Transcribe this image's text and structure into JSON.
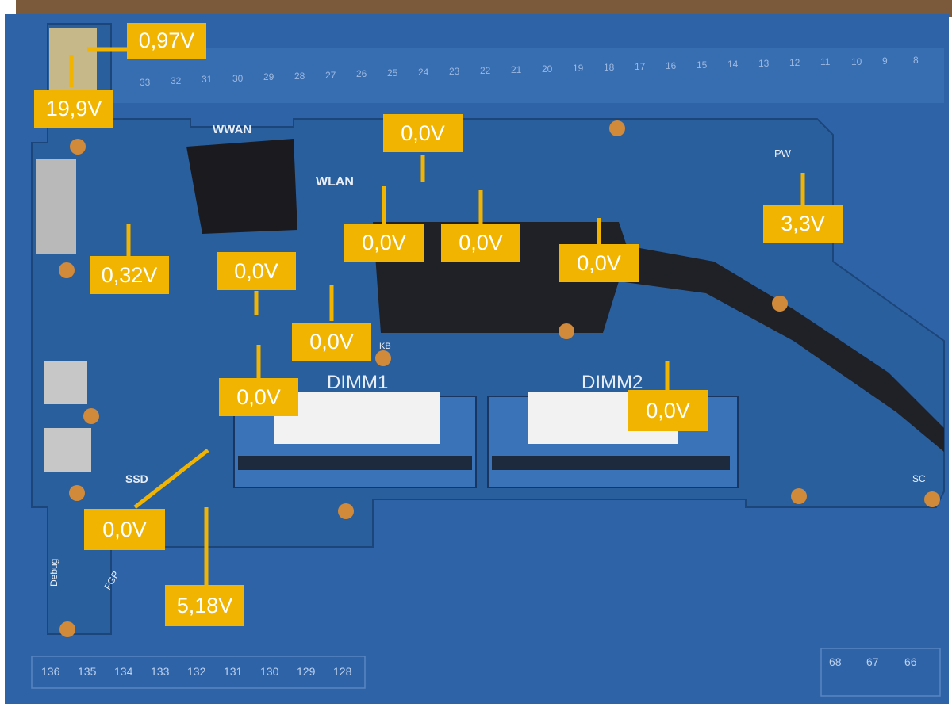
{
  "photo": {
    "board_silkscreen": {
      "wwan": "WWAN",
      "wlan": "WLAN",
      "dimm1": "DIMM1",
      "dimm2": "DIMM2",
      "ssd": "SSD",
      "kb": "KB",
      "pw": "PW",
      "debug": "Debug",
      "fgp": "FGP",
      "sc": "SC"
    },
    "ruler_top_numbers": [
      "33",
      "32",
      "31",
      "30",
      "29",
      "28",
      "27",
      "26",
      "25",
      "24",
      "23",
      "22",
      "21",
      "20",
      "19",
      "18",
      "17",
      "16",
      "15",
      "14",
      "13",
      "12",
      "11",
      "10",
      "9",
      "8"
    ],
    "mat_grid_numbers_bottom": [
      "136",
      "135",
      "134",
      "133",
      "132",
      "131",
      "130",
      "129",
      "128"
    ],
    "mat_grid_numbers_right": [
      "68",
      "67",
      "66"
    ]
  },
  "voltages": [
    {
      "id": "dc-jack-top",
      "text": "0,97V"
    },
    {
      "id": "dc-jack",
      "text": "19,9V"
    },
    {
      "id": "left-regulator",
      "text": "0,32V"
    },
    {
      "id": "top-center",
      "text": "0,0V"
    },
    {
      "id": "wlan-left",
      "text": "0,0V"
    },
    {
      "id": "wlan-right",
      "text": "0,0V"
    },
    {
      "id": "heatpipe-right",
      "text": "0,0V"
    },
    {
      "id": "pw-connector",
      "text": "3,3V"
    },
    {
      "id": "cpu-left-upper",
      "text": "0,0V"
    },
    {
      "id": "cpu-left-mid",
      "text": "0,0V"
    },
    {
      "id": "cpu-left-lower",
      "text": "0,0V"
    },
    {
      "id": "dimm2",
      "text": "0,0V"
    },
    {
      "id": "ssd",
      "text": "0,0V"
    },
    {
      "id": "bottom",
      "text": "5,18V"
    }
  ],
  "colors": {
    "label_fill": "#f1b400",
    "label_text": "#ffffff",
    "mat": "#2e63a8",
    "pcb": "#2a5f9e"
  }
}
